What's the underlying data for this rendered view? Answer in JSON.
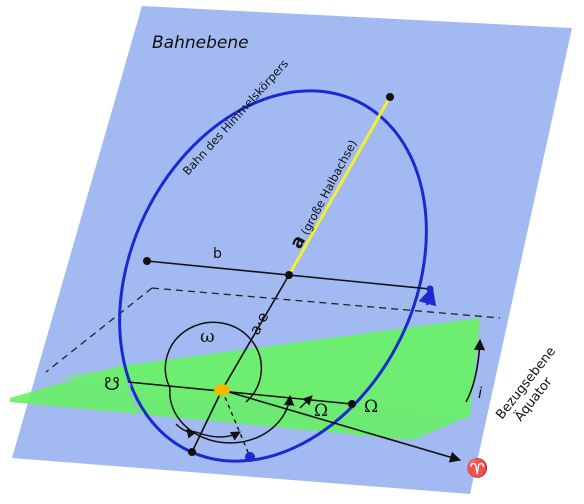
{
  "labels": {
    "orbit_plane": "Bahnebene",
    "orbit_path": "Bahn des Himmelskörpers",
    "semi_major_symbol": "a",
    "semi_major_text": "(große Halbachse)",
    "semi_minor": "b",
    "focus_distance": "a·e",
    "arg_periapsis": "ω",
    "descending_node": "☋",
    "ascending_node_symbol": "Ω",
    "ascending_node_angle": "Ω",
    "vernal_point": "♈",
    "inclination": "i",
    "reference_plane_line1": "Bezugsebene",
    "reference_plane_line2": "Äquator"
  },
  "colors": {
    "orbit_plane_fill": "#9ab4f0",
    "reference_plane_fill": "#66f065",
    "orbit": "#1a2ad0",
    "semi_major_axis": "#f0f030",
    "focus": "#f5b800"
  }
}
